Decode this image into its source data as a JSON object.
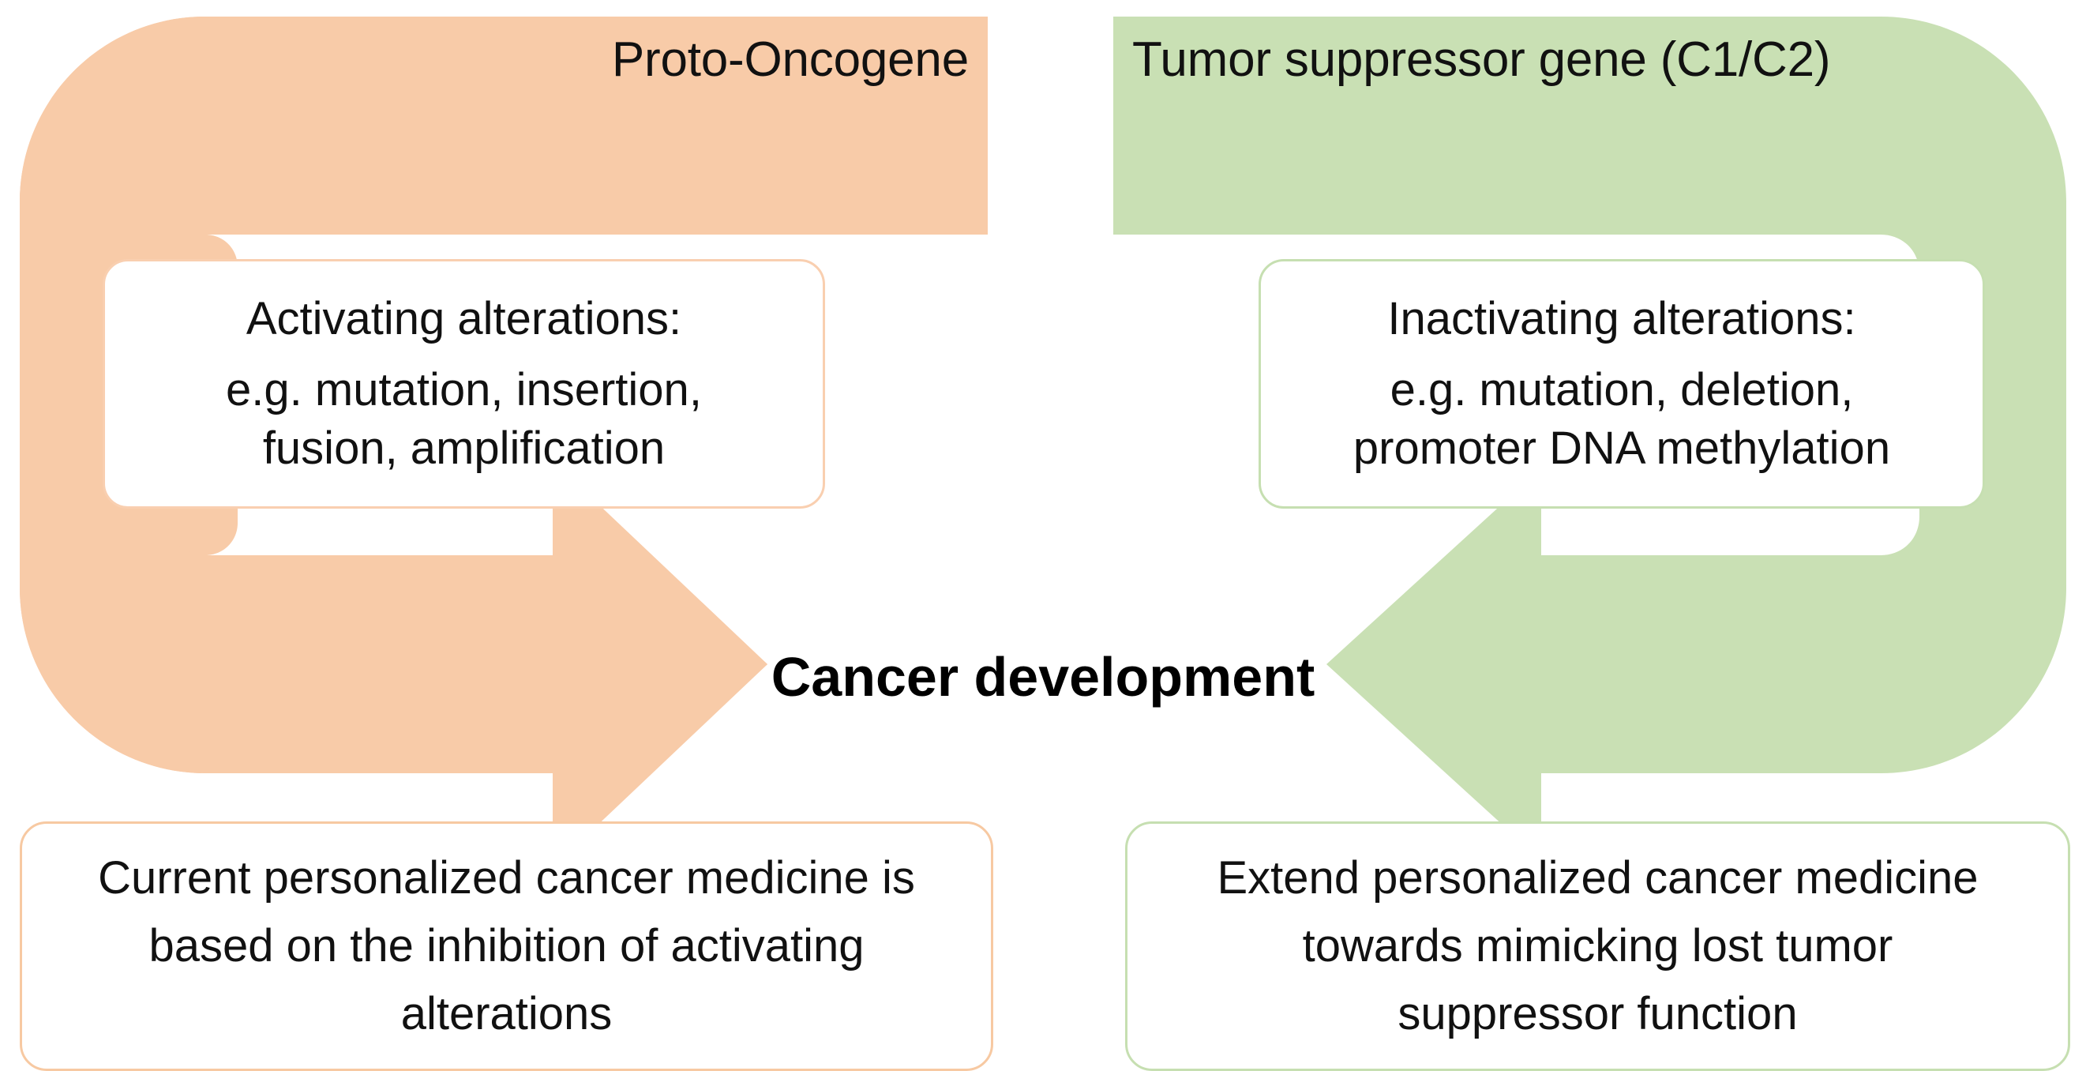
{
  "colors": {
    "orange_fill": "#F8CBA8",
    "orange_border": "#F7C9A2",
    "green_fill": "#C9E0B4",
    "green_border": "#C6DFB1",
    "text": "#111111",
    "background": "#FFFFFF"
  },
  "left_branch": {
    "header": "Proto-Oncogene",
    "detail_box": {
      "line1": "Activating alterations:",
      "line2": "e.g. mutation, insertion,",
      "line3": "fusion, amplification"
    },
    "arrow": "arrow-right",
    "outcome_box": {
      "line1": "Current personalized cancer medicine is",
      "line2": "based on the inhibition of activating",
      "line3": "alterations"
    }
  },
  "right_branch": {
    "header": "Tumor suppressor gene (C1/C2)",
    "detail_box": {
      "line1": "Inactivating alterations:",
      "line2": "e.g. mutation, deletion,",
      "line3": "promoter DNA methylation"
    },
    "arrow": "arrow-left",
    "outcome_box": {
      "line1": "Extend personalized cancer medicine",
      "line2": "towards mimicking lost tumor",
      "line3": "suppressor function"
    }
  },
  "center": {
    "title": "Cancer development"
  }
}
